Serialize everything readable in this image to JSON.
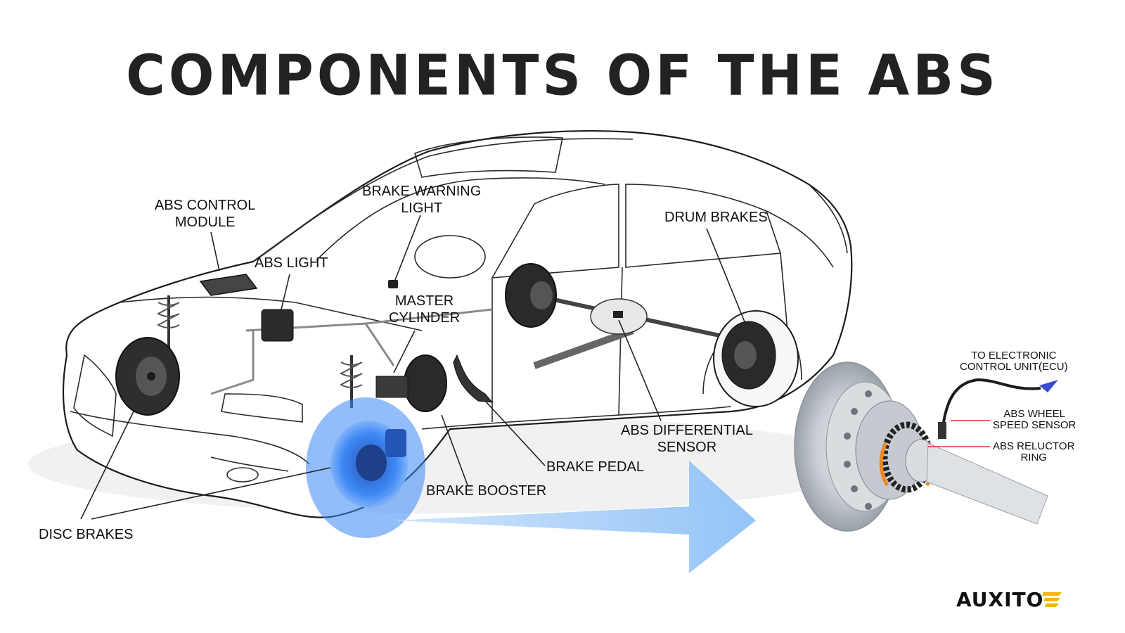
{
  "title": "COMPONENTS OF THE ABS",
  "labels": {
    "abs_control_module": [
      "ABS CONTROL",
      "MODULE"
    ],
    "brake_warning_light": [
      "BRAKE WARNING",
      "LIGHT"
    ],
    "abs_light": "ABS LIGHT",
    "master_cylinder": [
      "MASTER",
      "CYLINDER"
    ],
    "drum_brakes": "DRUM BRAKES",
    "abs_differential_sensor": [
      "ABS DIFFERENTIAL",
      "SENSOR"
    ],
    "brake_pedal": "BRAKE PEDAL",
    "brake_booster": "BRAKE BOOSTER",
    "disc_brakes": "DISC BRAKES",
    "to_ecu": [
      "TO ELECTRONIC",
      "CONTROL UNIT(ECU)"
    ],
    "abs_wheel_speed_sensor": [
      "ABS WHEEL",
      "SPEED SENSOR"
    ],
    "abs_reluctor_ring": [
      "ABS RELUCTOR",
      "RING"
    ]
  },
  "brand": "AUXITO",
  "colors": {
    "highlight": "#3a86f5",
    "arrow": "#8ec1f7",
    "leader": "#222222",
    "reluctor_accent": "#f08a1c",
    "sensor_leader": "#d9372b"
  }
}
